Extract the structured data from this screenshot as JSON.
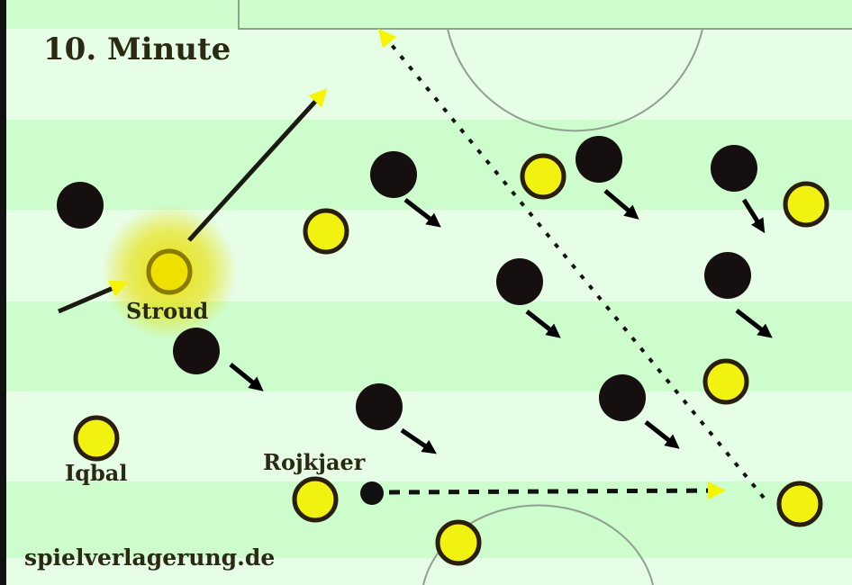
{
  "title": "10. Minute",
  "watermark": "spielverlagerung.de",
  "players": {
    "stroud": "Stroud",
    "iqbal": "Iqbal",
    "rojkjaer": "Rojkjaer"
  },
  "colors": {
    "pitch_light": "#e6fde6",
    "pitch_dark": "#cdfccd",
    "team_yellow": "#f2f211",
    "team_black": "#150f0f",
    "arrow_head": "#f5f500",
    "highlight": "#e8e000"
  }
}
